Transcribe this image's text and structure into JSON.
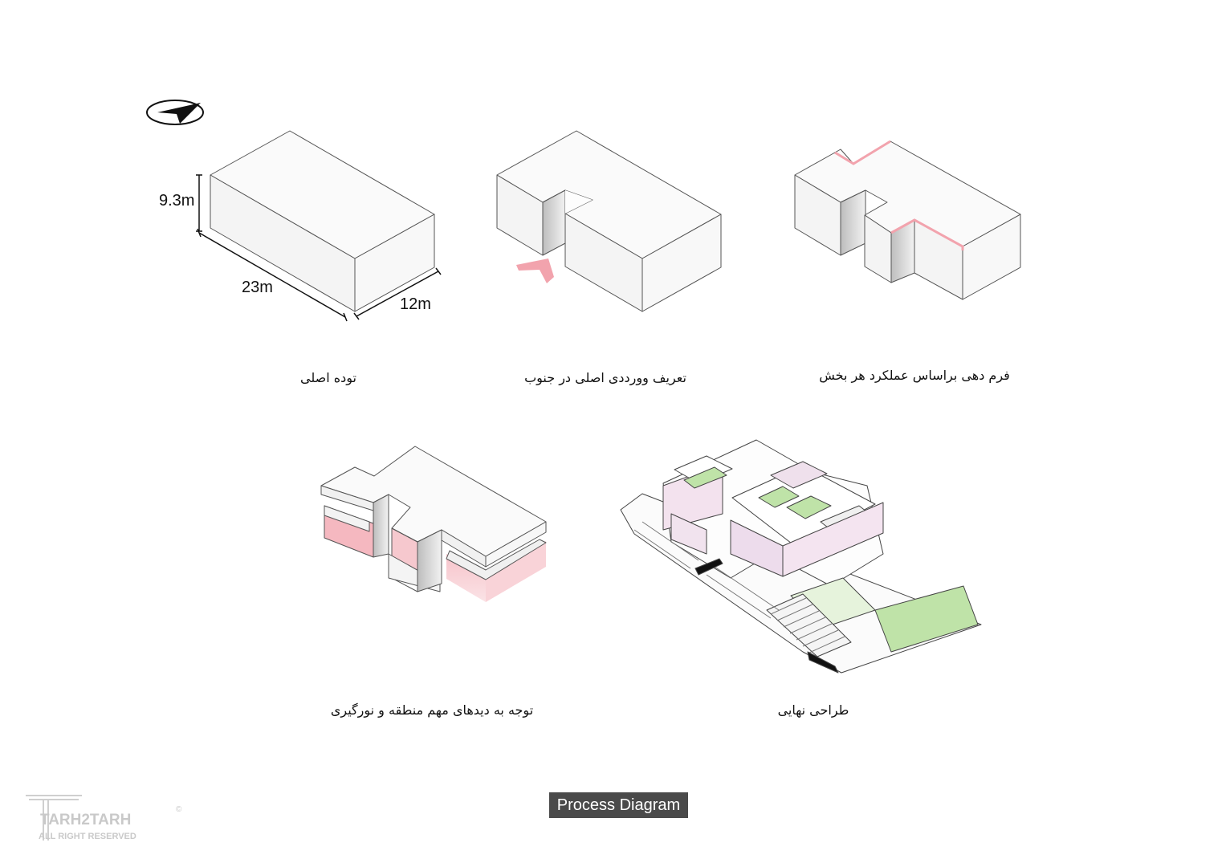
{
  "diagrams": {
    "d1": {
      "caption": "توده اصلی",
      "height_label": "9.3m",
      "length_label": "23m",
      "width_label": "12m"
    },
    "d2": {
      "caption": "تعریف وورددی اصلی در جنوب"
    },
    "d3": {
      "caption": "فرم دهی براساس عملکرد هر بخش"
    },
    "d4": {
      "caption": "توجه به دیدهای مهم منطقه و نورگیری"
    },
    "d5": {
      "caption": "طراحی نهایی"
    }
  },
  "title": "Process Diagram",
  "watermark": {
    "name": "TARH2TARH",
    "tagline": "ALL RIGHT RESERVED",
    "copyright": "©"
  },
  "colors": {
    "accent_pink": "#f2a3ad",
    "light_pink": "#f7cdd3",
    "green": "#bfe3a8",
    "panel": "#4a4a4a"
  }
}
